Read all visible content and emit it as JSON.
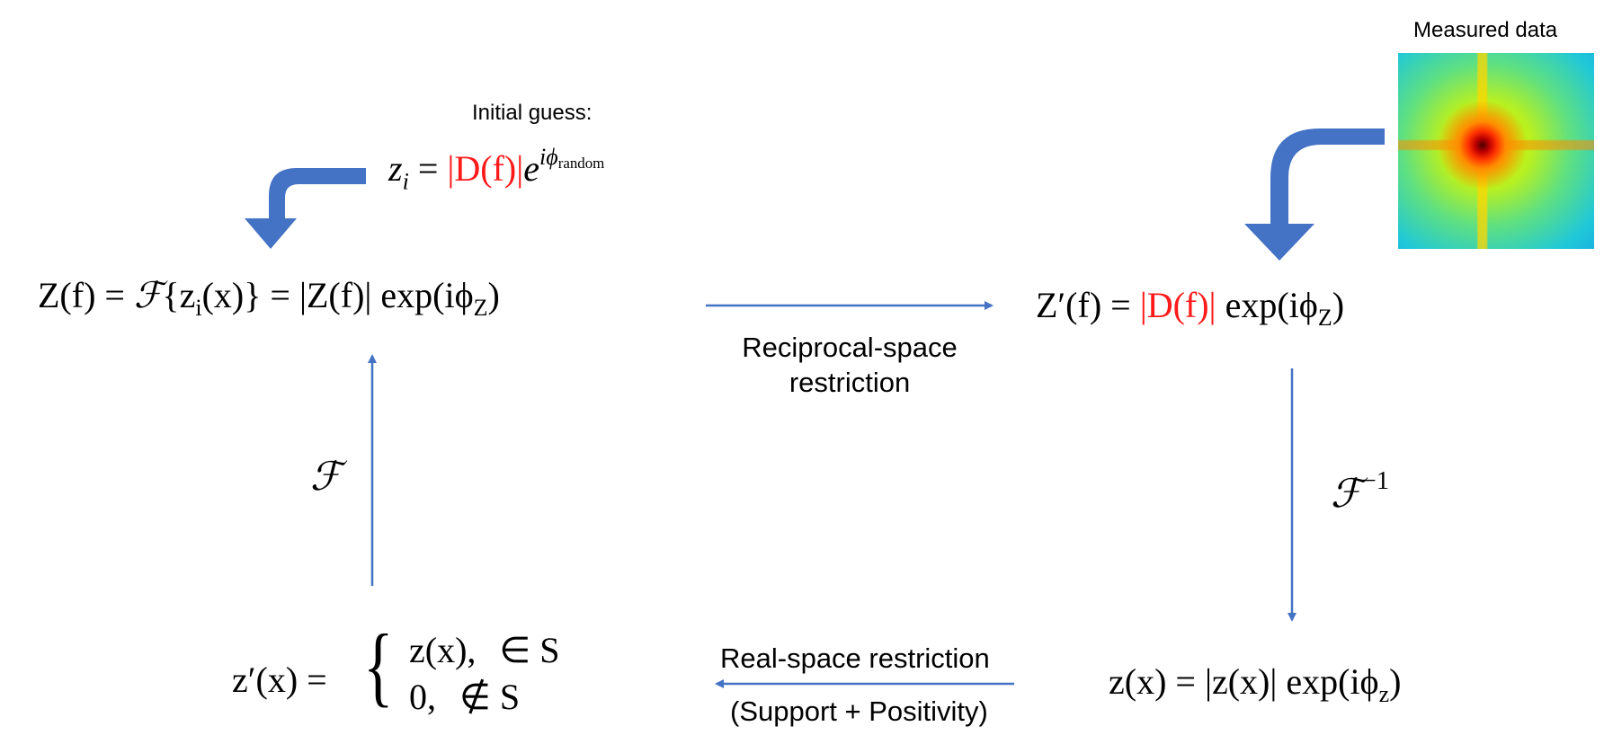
{
  "measured_data": {
    "title": "Measured data",
    "image_icon": "diffraction-pattern-heatmap"
  },
  "initial_guess": {
    "label": "Initial guess:",
    "lhs": "z",
    "lhs_sub": "i",
    "eq": " = ",
    "amplitude": "|D(f)|",
    "base": "e",
    "exponent": "iϕ",
    "exponent_sub": "random"
  },
  "equations": {
    "fourier_forward": {
      "part1": "Z(f) = ",
      "script_f": "ℱ",
      "part2": "{z",
      "sub": "i",
      "part3": "(x)} = |Z(f)| exp(iϕ",
      "phase_sub": "Z",
      "part4": ")"
    },
    "reciprocal_constraint": {
      "part1": "Z′(f) = ",
      "amplitude": "|D(f)|",
      "part2": " exp(iϕ",
      "phase_sub": "Z",
      "part3": ")"
    },
    "real_space_field": {
      "part1": "z(x) = |z(x)| exp(iϕ",
      "phase_sub": "z",
      "part2": ")"
    },
    "real_space_constraint": {
      "lhs": "z′(x) = ",
      "brace": "{",
      "case1_value": "z(x),",
      "case1_cond": "∈ S",
      "case2_value": "0,",
      "case2_cond": "∉ S"
    }
  },
  "operators": {
    "forward": "ℱ",
    "inverse": "ℱ",
    "inverse_sup": "−1"
  },
  "steps": {
    "reciprocal_line1": "Reciprocal-space",
    "reciprocal_line2": "restriction",
    "real_line1": "Real-space restriction",
    "real_line2": "(Support + Positivity)"
  },
  "colors": {
    "arrow": "#4472c4",
    "curved_arrow": "#4472c4",
    "highlight": "#ff1a1a"
  }
}
